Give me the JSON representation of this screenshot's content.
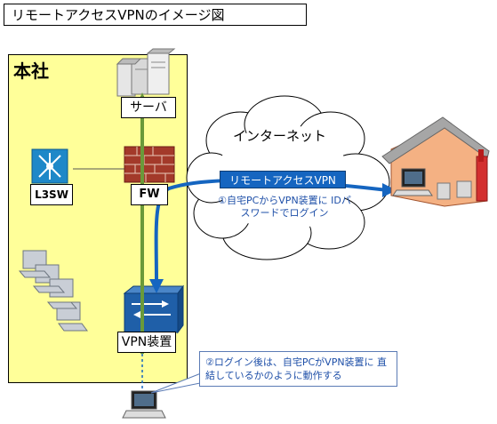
{
  "title": "リモートアクセスVPNのイメージ図",
  "hq_label": "本社",
  "nodes": {
    "server": "サーバ",
    "fw": "FW",
    "l3sw": "L3SW",
    "vpn": "VPN装置"
  },
  "internet_label": "インターネット",
  "remote_access_label": "リモートアクセスVPN",
  "note1": "①自宅PCからVPN装置に IDパスワードでログイン",
  "note2": "②ログイン後は、自宅PCがVPN装置に 直結しているかのように動作する",
  "colors": {
    "hq_bg": "#ffff99",
    "vpn_blue": "#1565c0",
    "tunnel_green": "#6a9a3a",
    "house_wall": "#f4b183",
    "house_roof": "#a6a6a6"
  }
}
